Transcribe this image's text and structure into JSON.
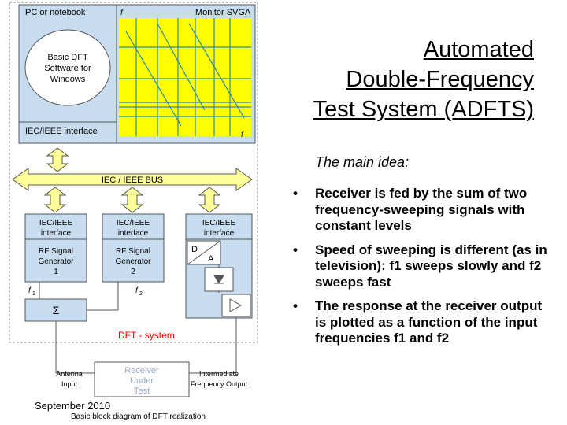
{
  "slide": {
    "title_lines": [
      "Automated",
      "Double-Frequency",
      "Test System (ADFTS)"
    ],
    "subtitle": "The main idea:",
    "bullets": [
      "Receiver is fed by the sum of two frequency-sweeping signals with constant levels",
      "Speed of sweeping is different (as in television): f1 sweeps slowly and f2 sweeps fast",
      "The response at the receiver output is plotted as a function of the input frequencies f1 and f2"
    ],
    "bullet_glyph": "•",
    "date": "September 2010"
  },
  "diagram": {
    "pc_label": "PC or notebook",
    "monitor_label": "Monitor SVGA",
    "software_lines": [
      "Basic DFT",
      "Software for",
      "Windows"
    ],
    "iec_interface_pc": "IEC/IEEE interface",
    "bus_label": "IEC / IEEE  BUS",
    "gen1_iface": [
      "IEC/IEEE",
      "interface"
    ],
    "gen1_lines": [
      "RF Signal",
      "Generator",
      "1"
    ],
    "gen2_iface": [
      "IEC/IEEE",
      "interface"
    ],
    "gen2_lines": [
      "RF Signal",
      "Generator",
      "2"
    ],
    "adc_iface": [
      "IEC/IEEE",
      "interface"
    ],
    "adc_d": "D",
    "adc_a": "A",
    "f1": "f",
    "f2": "f",
    "sub1": "1",
    "sub2": "2",
    "sum_symbol": "Σ",
    "dft_system": "DFT - system",
    "antenna_lines": [
      "Antenna",
      "Input"
    ],
    "receiver_lines": [
      "Receiver",
      "Under",
      "Test"
    ],
    "if_lines": [
      "Intermediate",
      "Frequency Output"
    ],
    "caption": "Basic block diagram of DFT realization",
    "axis_y": "f",
    "axis_x": "f",
    "colors": {
      "blue_bg": "#c8dcf0",
      "monitor": "#ffff00",
      "bus": "#ffff99",
      "dft_red": "#ff0000"
    }
  }
}
